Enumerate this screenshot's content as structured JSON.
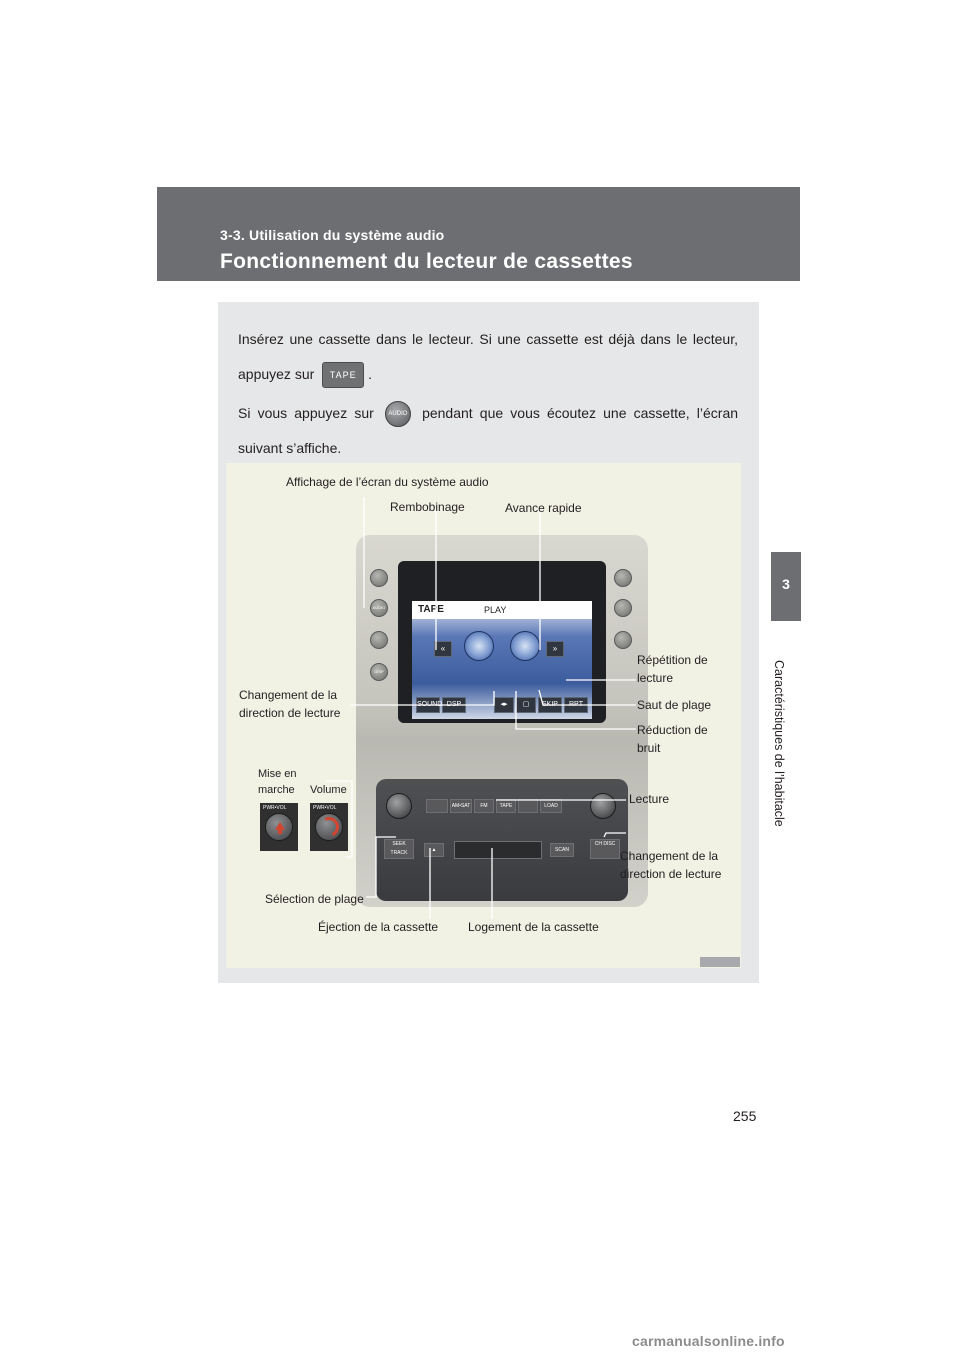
{
  "header": {
    "section": "3-3. Utilisation du système audio",
    "title": "Fonctionnement du lecteur de cassettes"
  },
  "chapter_tab": {
    "number": "3",
    "title": "Caractéristiques de l’habitacle"
  },
  "intro": {
    "p1_before": "Insérez une cassette dans le lecteur. Si une cassette est déjà dans le lecteur, appuyez sur",
    "p1_after": ".",
    "p2_before": "Si vous appuyez sur",
    "p2_after": "pendant que vous écoutez une cassette, l’écran suivant s’affiche.",
    "tape_button_icon": "tape-button-icon",
    "audio_button_icon": "audio-button-icon"
  },
  "figure": {
    "labels": {
      "audio_screen": "Affichage de l’écran du système audio",
      "rewind": "Rembobinage",
      "fast_forward": "Avance rapide",
      "repeat_l1": "Répétition de",
      "repeat_l2": "lecture",
      "direction_left_l1": "Changement de la",
      "direction_left_l2": "direction de lecture",
      "skip": "Saut de plage",
      "noise_l1": "Réduction de",
      "noise_l2": "bruit",
      "power_l1": "Mise en",
      "power_l2": "marche",
      "volume": "Volume",
      "play": "Lecture",
      "direction_right_l1": "Changement de la",
      "direction_right_l2": "direction de lecture",
      "track_select": "Sélection de plage",
      "eject": "Éjection de la cassette",
      "slot": "Logement de la cassette"
    },
    "screen": {
      "title": "TAPE",
      "status": "PLAY",
      "buttons": [
        "SOUND",
        "DSP",
        "◂▸",
        "▢",
        "SKIP",
        "RPT"
      ]
    },
    "console_buttons": [
      "AUDIO",
      "DISP",
      "TAPE",
      "AM•SAT",
      "FM",
      "LOAD",
      "SEEK TRACK",
      "CH DISC",
      "SCAN"
    ],
    "insets": [
      "PWR•VOL",
      "PWR•VOL"
    ],
    "accent_color": "#d3452f"
  },
  "page_number": "255",
  "watermark": "carmanualsonline.info"
}
